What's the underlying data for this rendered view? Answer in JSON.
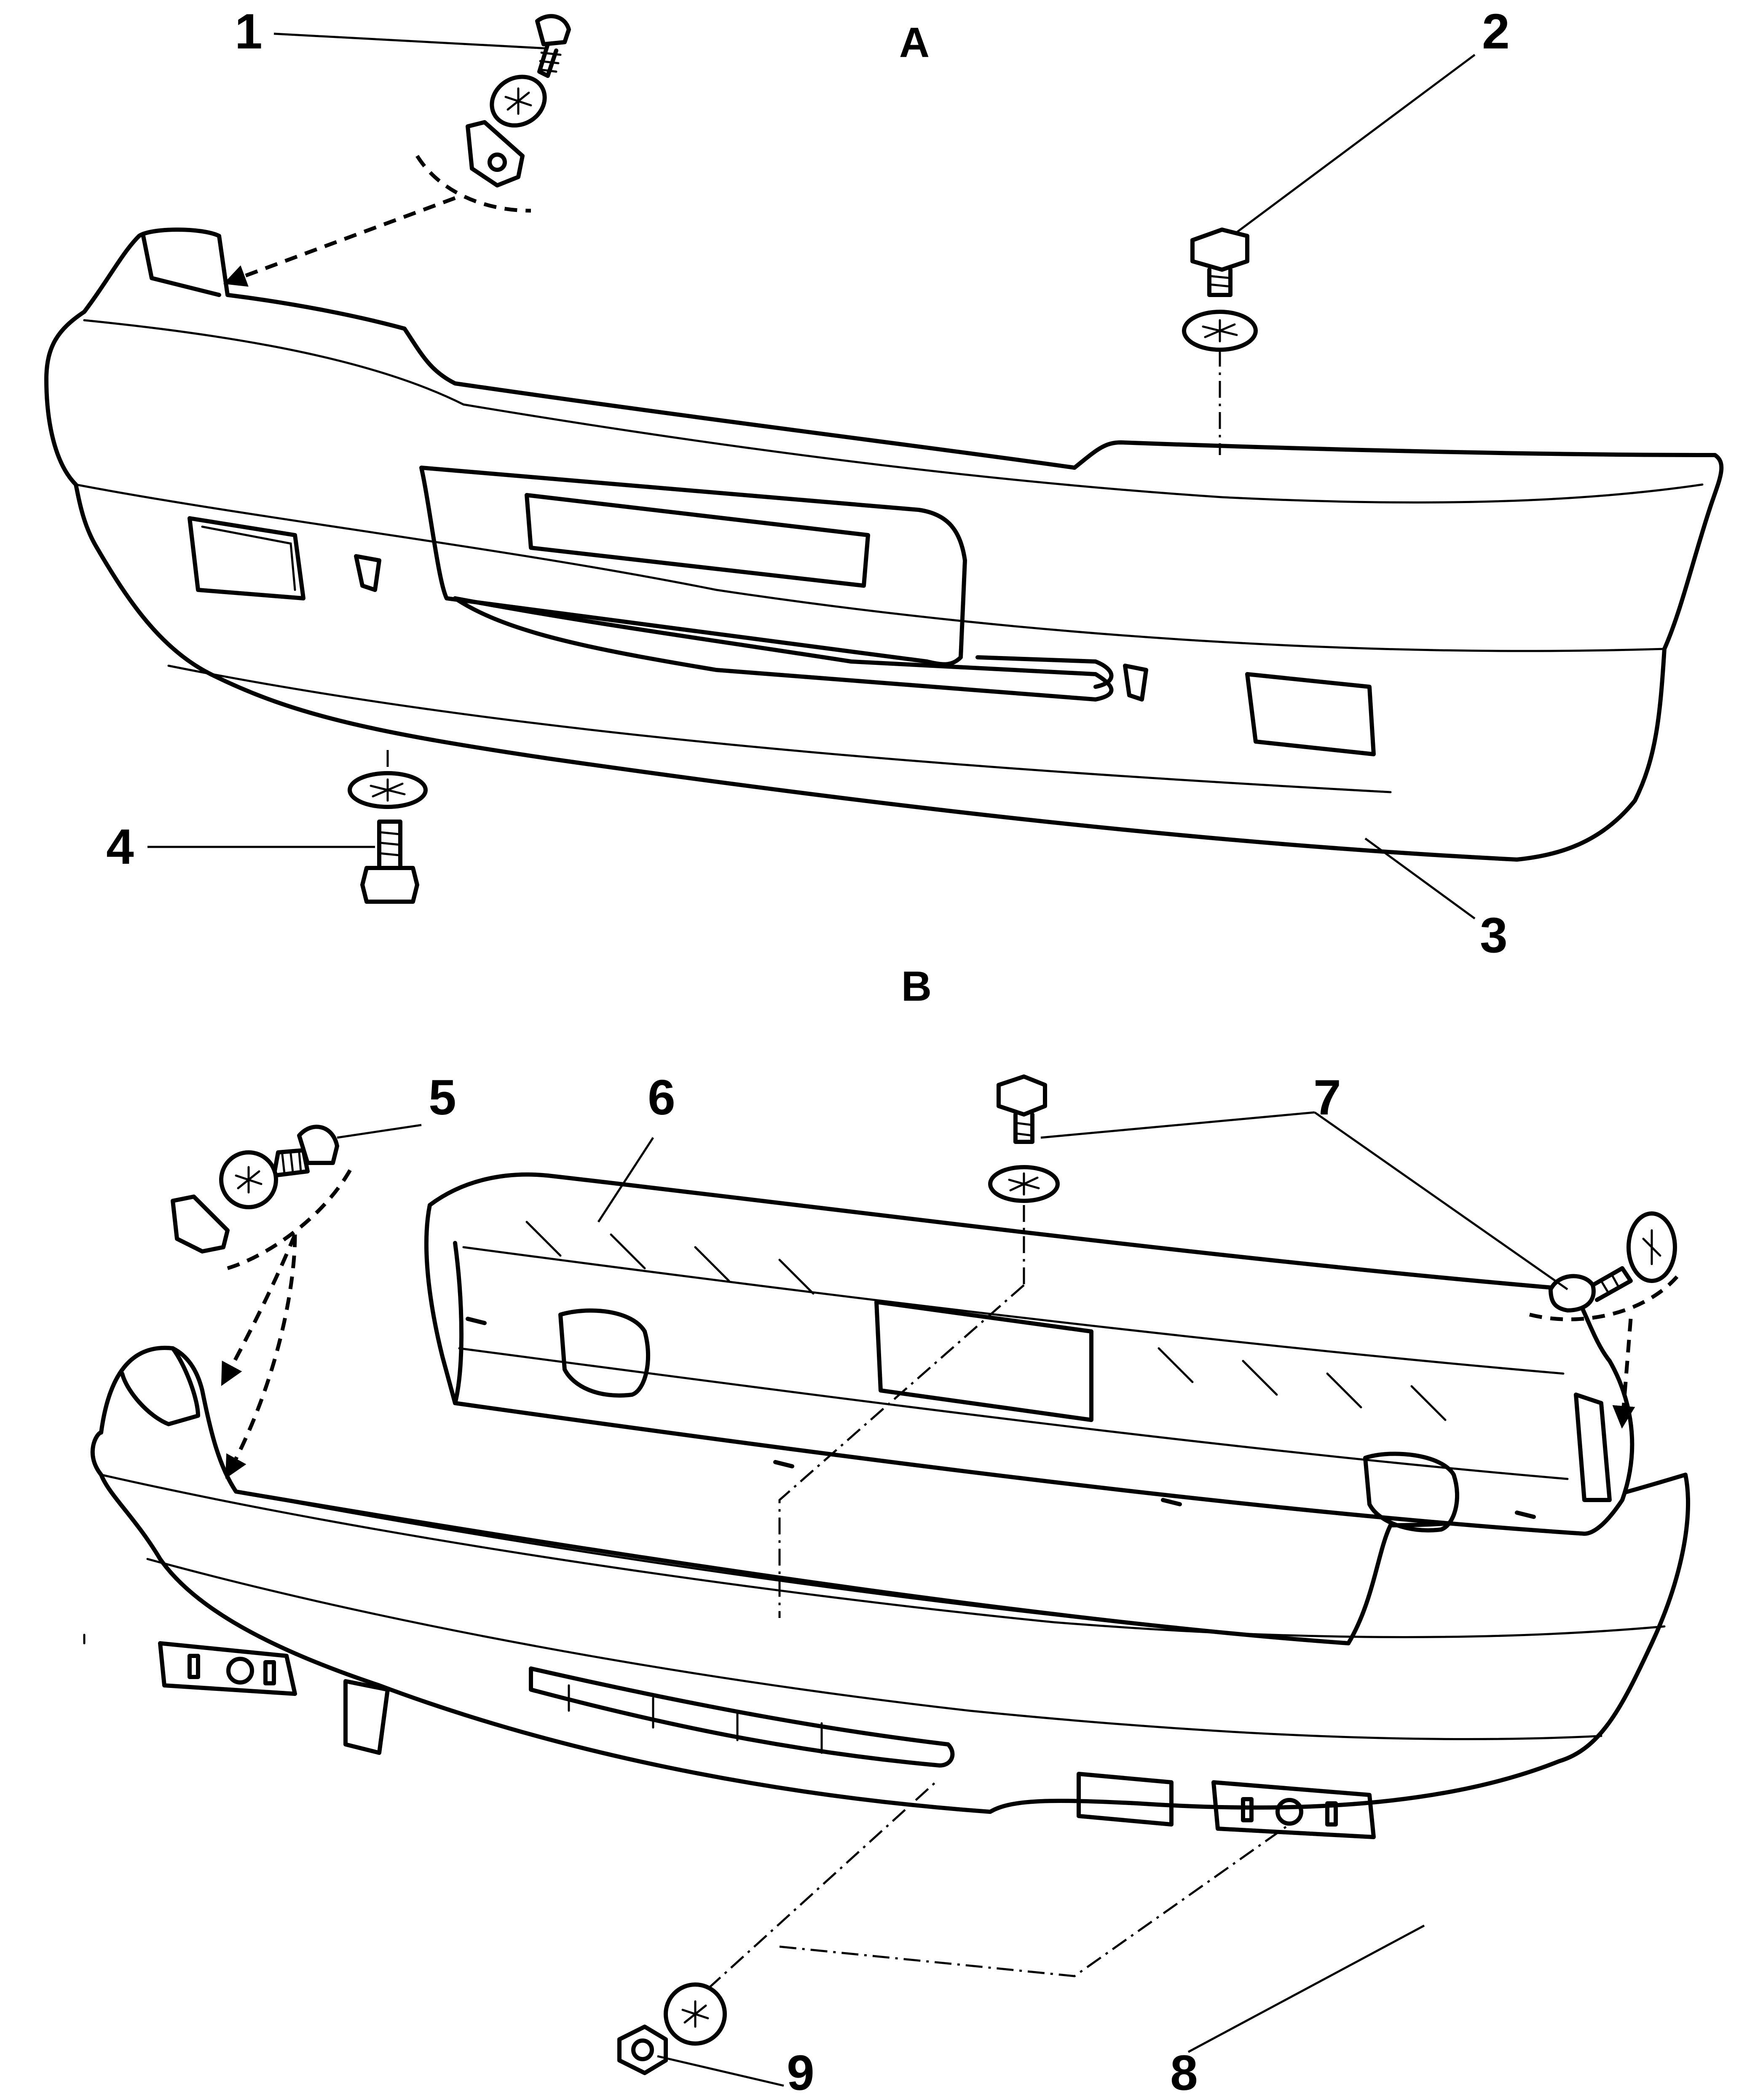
{
  "views": {
    "a": {
      "label": "A"
    },
    "b": {
      "label": "B"
    }
  },
  "callouts": [
    {
      "id": "1",
      "label": "1"
    },
    {
      "id": "2",
      "label": "2"
    },
    {
      "id": "3",
      "label": "3"
    },
    {
      "id": "4",
      "label": "4"
    },
    {
      "id": "5",
      "label": "5"
    },
    {
      "id": "6",
      "label": "6"
    },
    {
      "id": "7",
      "label": "7"
    },
    {
      "id": "8",
      "label": "8"
    },
    {
      "id": "9",
      "label": "9"
    }
  ]
}
